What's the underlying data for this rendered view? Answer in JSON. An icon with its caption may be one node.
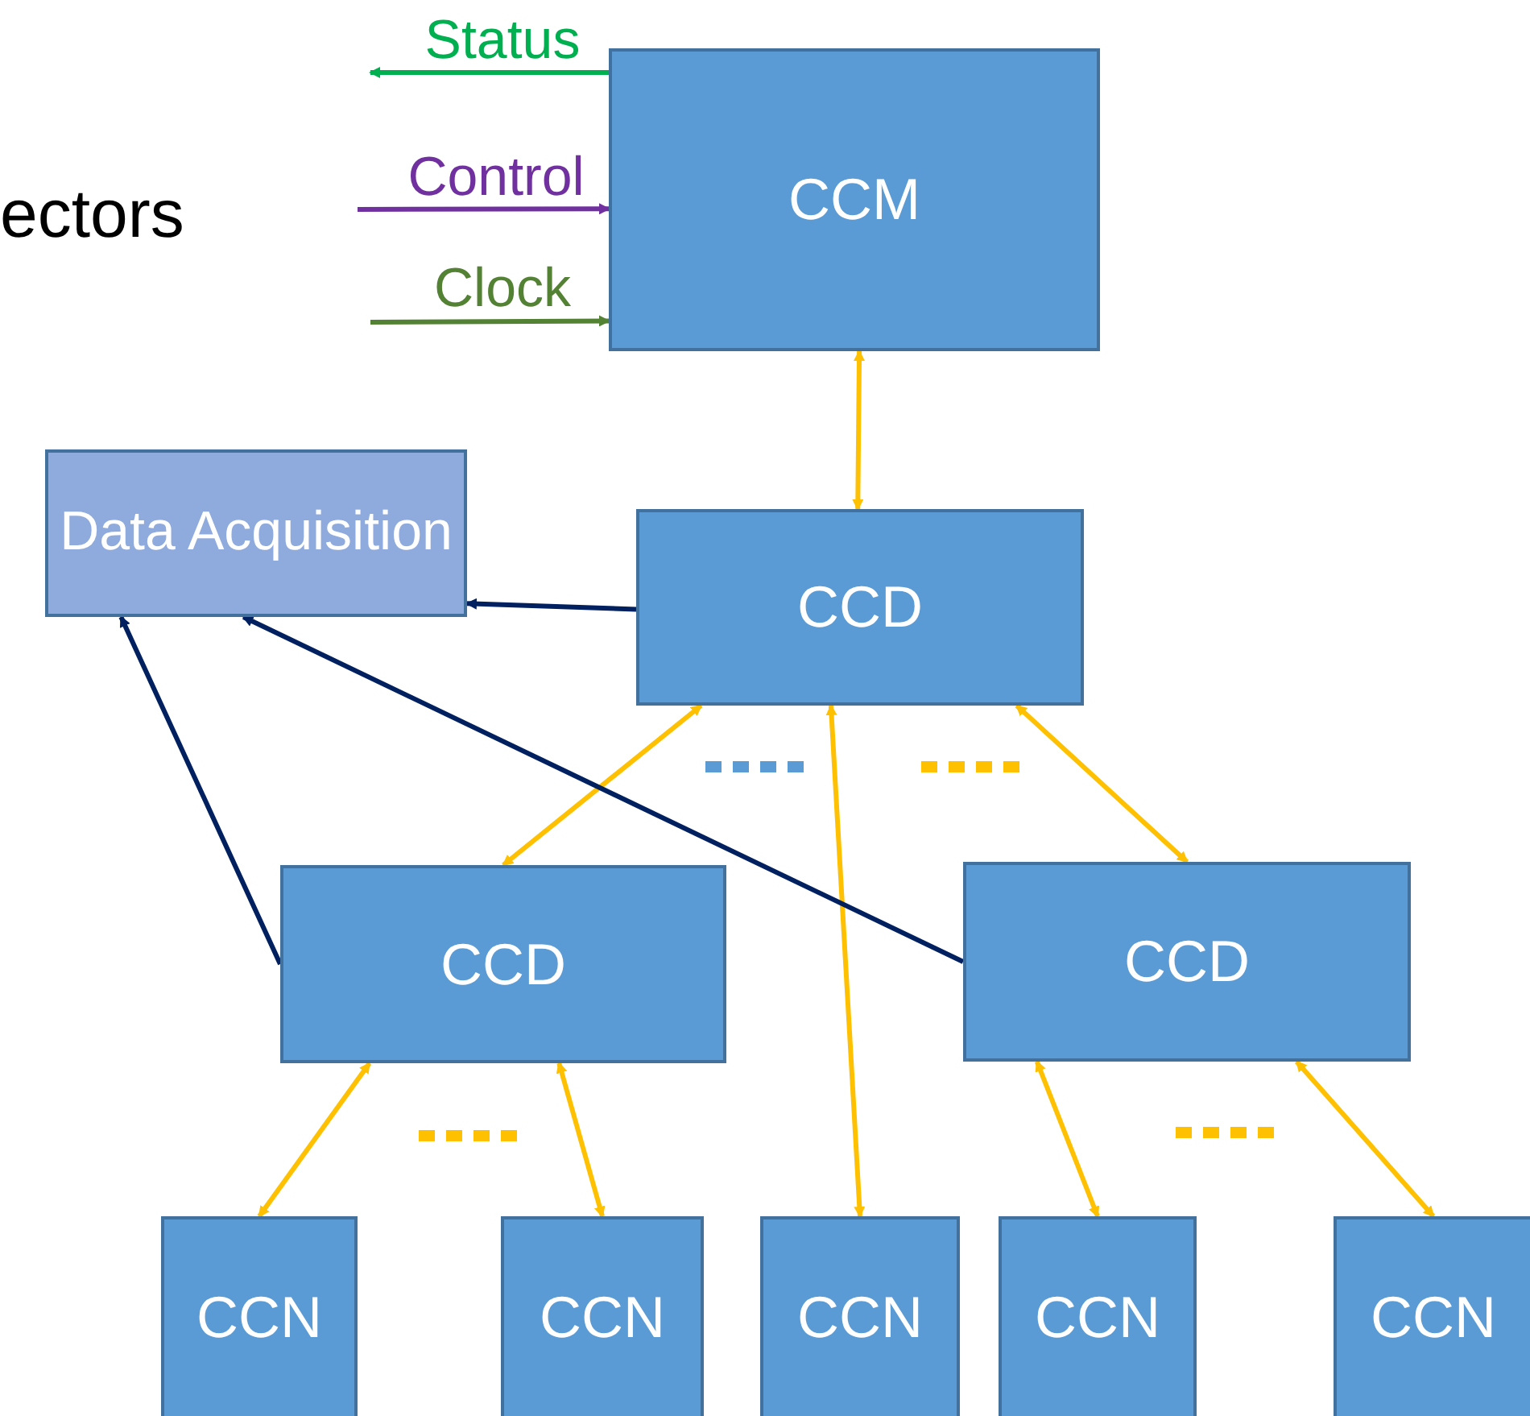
{
  "diagram": {
    "nodes": [
      {
        "text": [
          "CCM"
        ]
      },
      {
        "text": [
          "Data Acquisition"
        ]
      },
      {
        "text": [
          "CCD"
        ]
      },
      {
        "text": [
          "CCD"
        ]
      },
      {
        "text": [
          "CCD"
        ]
      },
      {
        "text": [
          "CCN"
        ]
      },
      {
        "text": [
          "CCN"
        ]
      },
      {
        "text": [
          "CCN"
        ]
      },
      {
        "text": [
          "CCN"
        ]
      },
      {
        "text": [
          "CCN"
        ]
      }
    ],
    "edges": [
      {
        "from": 0,
        "to": null,
        "arrow": "to",
        "label": "Status",
        "color": "#00b050"
      },
      {
        "from": null,
        "to": 0,
        "arrow": "to",
        "label": "Control",
        "color": "#7030a0"
      },
      {
        "from": null,
        "to": 0,
        "arrow": "to",
        "label": "Clock",
        "color": "#548235"
      },
      {
        "from": 0,
        "to": 2,
        "arrow": "both"
      },
      {
        "from": 2,
        "to": 3,
        "arrow": "both"
      },
      {
        "from": 2,
        "to": 4,
        "arrow": "both"
      },
      {
        "from": 2,
        "to": 7,
        "arrow": "both"
      },
      {
        "from": 3,
        "to": 5,
        "arrow": "both"
      },
      {
        "from": 3,
        "to": 6,
        "arrow": "both"
      },
      {
        "from": 4,
        "to": 8,
        "arrow": "both"
      },
      {
        "from": 4,
        "to": 9,
        "arrow": "both"
      },
      {
        "from": 2,
        "to": 1,
        "arrow": "to",
        "color": "#002060"
      },
      {
        "from": 3,
        "to": 1,
        "arrow": "to",
        "color": "#002060"
      },
      {
        "from": 4,
        "to": 1,
        "arrow": "to",
        "color": "#002060"
      }
    ],
    "labels": [
      "ectors"
    ]
  }
}
